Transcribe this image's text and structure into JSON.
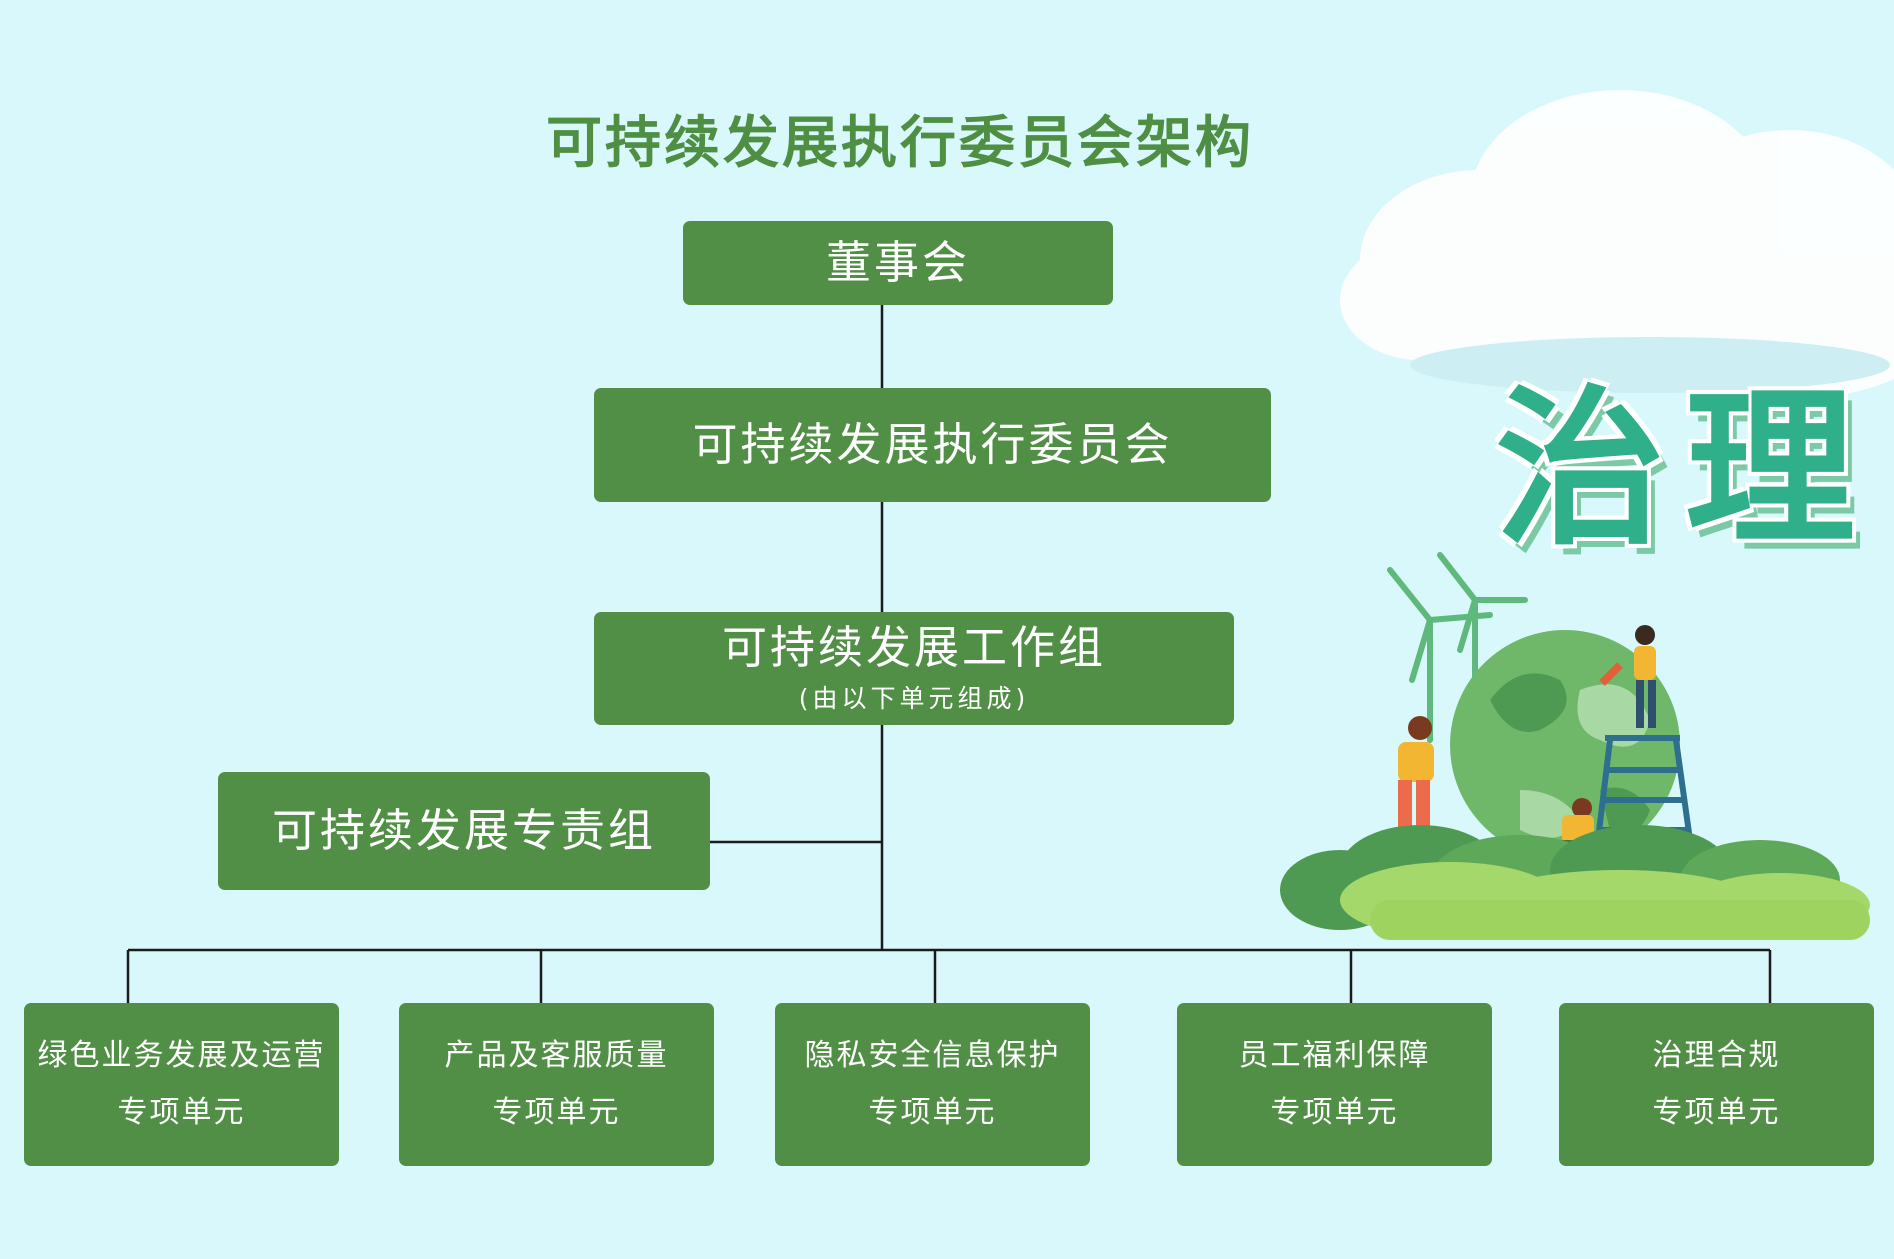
{
  "title": "可持续发展执行委员会架构",
  "board": "董事会",
  "committee": "可持续发展执行委员会",
  "working_group": {
    "title": "可持续发展工作组",
    "note": "(由以下单元组成)"
  },
  "dedicated_group": "可持续发展专责组",
  "units": [
    {
      "line1": "绿色业务发展及运营",
      "line2": "专项单元"
    },
    {
      "line1": "产品及客服质量",
      "line2": "专项单元"
    },
    {
      "line1": "隐私安全信息保护",
      "line2": "专项单元"
    },
    {
      "line1": "员工福利保障",
      "line2": "专项单元"
    },
    {
      "line1": "治理合规",
      "line2": "专项单元"
    }
  ],
  "banner": "治理",
  "colors": {
    "box": "#528f46",
    "title": "#4f8f44",
    "background": "#d9f8fb",
    "banner": "#2fb08a"
  }
}
